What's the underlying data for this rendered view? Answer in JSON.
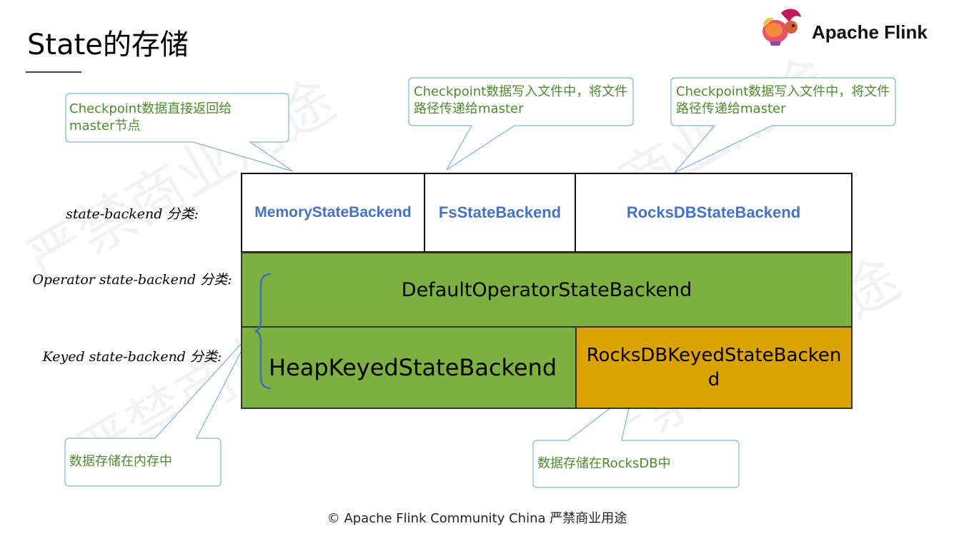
{
  "title": "State的存储",
  "brand": {
    "name": "Apache Flink"
  },
  "callouts": {
    "memory": "Checkpoint数据直接返回给master节点",
    "fs": "Checkpoint数据写入文件中，将文件路径传递给master",
    "rocks": "Checkpoint数据写入文件中，将文件路径传递给master",
    "heap": "数据存储在内存中",
    "rocksdb_keyed": "数据存储在RocksDB中"
  },
  "row_labels": {
    "state_backend": "state-backend 分类:",
    "operator": "Operator state-backend 分类:",
    "keyed": "Keyed state-backend 分类:"
  },
  "state_backends": [
    "MemoryStateBackend",
    "FsStateBackend",
    "RocksDBStateBackend"
  ],
  "operator_backend": "DefaultOperatorStateBackend",
  "keyed_backends": [
    "HeapKeyedStateBackend",
    "RocksDBKeyedStateBackend"
  ],
  "footer": "© Apache Flink Community China  严禁商业用途",
  "watermark": "严禁商业用途",
  "colors": {
    "green": "#7cb041",
    "orange": "#dba200",
    "blue_text": "#4472c4",
    "callout_border": "#7fb3d5",
    "callout_text": "#4e8a2f"
  }
}
